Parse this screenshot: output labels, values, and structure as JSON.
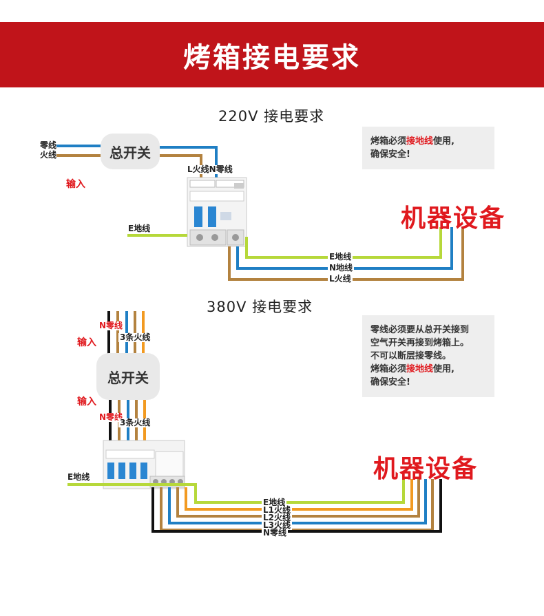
{
  "header": {
    "title": "烤箱接电要求"
  },
  "colors": {
    "brand_red": "#c0141a",
    "text_red": "#e0191e",
    "earth_wire": "#b6d83a",
    "neutral_wire": "#1f7fc4",
    "live_wire": "#b3823f",
    "live_orange": "#f29a21",
    "black_wire": "#111111",
    "panel_gray": "#e9e9e9"
  },
  "section_220": {
    "title": "220V 接电要求",
    "input_label": "输入",
    "neutral_in": "零线",
    "live_in": "火线",
    "switch_label": "总开关",
    "breaker_terminals": "L火线N零线",
    "earth_label": "E地线",
    "machine_label": "机器设备",
    "note": {
      "pre": "烤箱必须",
      "highlight": "接地线",
      "post": "使用,",
      "line2": "确保安全!"
    },
    "out_wires": [
      "E地线",
      "N地线",
      "L火线"
    ]
  },
  "section_380": {
    "title": "380V 接电要求",
    "input_label_top": "输入",
    "input_label_mid": "输入",
    "neutral_label_top": "N零线",
    "live_label_top": "3条火线",
    "neutral_label_mid": "N零线",
    "live_label_mid": "3条火线",
    "switch_label": "总开关",
    "earth_label": "E地线",
    "machine_label": "机器设备",
    "note": {
      "line1": "零线必须要从总开关接到",
      "line2": "空气开关再接到烤箱上。",
      "line3": "不可以断层接零线。",
      "pre": "烤箱必须",
      "highlight": "接地线",
      "post": "使用,",
      "line5": "确保安全!"
    },
    "out_wires": [
      "E地线",
      "L1火线",
      "L2火线",
      "L3火线",
      "N零线"
    ]
  }
}
